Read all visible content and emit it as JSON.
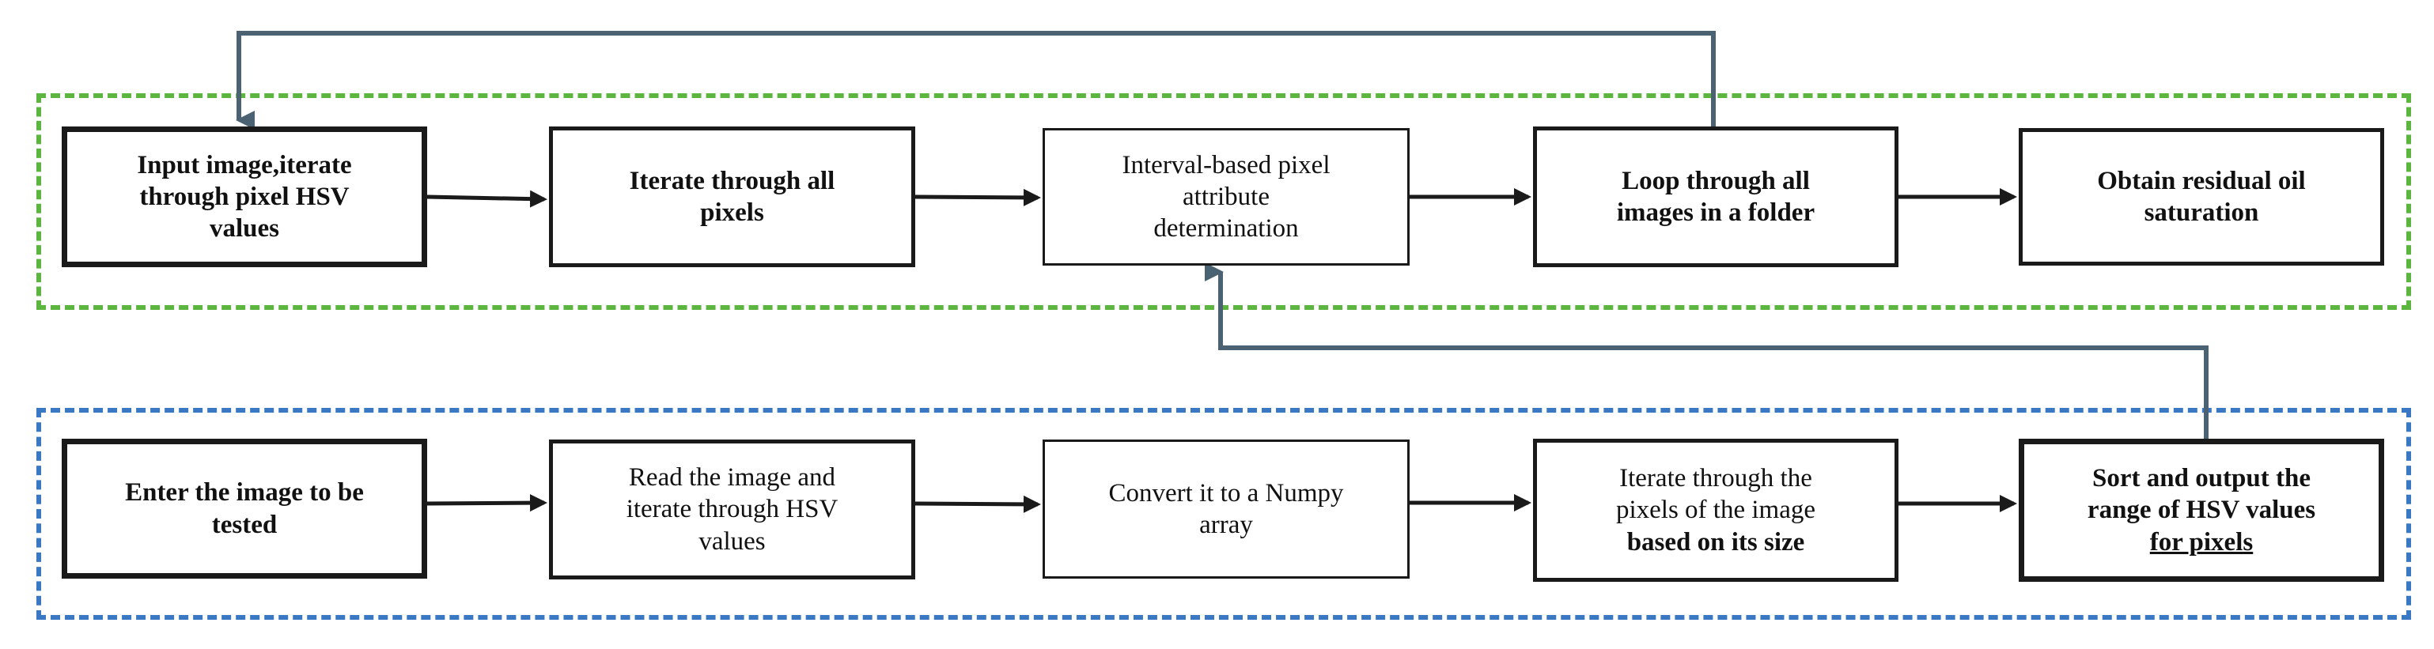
{
  "diagram": {
    "groups": {
      "top": {
        "border_color": "#5bb53f"
      },
      "bottom": {
        "border_color": "#3a78c4"
      }
    },
    "feedback_line_color": "#4a6272",
    "top_row": {
      "input_image": {
        "line1": "Input image,iterate",
        "line2": "through pixel HSV",
        "line3": "values"
      },
      "iterate_pixels": {
        "line1": "Iterate through all",
        "line2": "pixels"
      },
      "interval": {
        "line1": "Interval-based pixel",
        "line2": "attribute",
        "line3": "determination"
      },
      "loop_folder": {
        "line1": "Loop through all",
        "line2": "images in a folder"
      },
      "obtain": {
        "line1": "Obtain residual oil",
        "line2": "saturation"
      }
    },
    "bottom_row": {
      "enter_image": {
        "line1": "Enter the image to be",
        "line2": "tested"
      },
      "read_image": {
        "line1": "Read the image and",
        "line2": "iterate through HSV",
        "line3": "values"
      },
      "convert": {
        "line1": "Convert it to a Numpy",
        "line2": "array"
      },
      "iterate_size": {
        "line1": "Iterate through the",
        "line2": "pixels of the image",
        "line3_bold": "based on its size"
      },
      "sort_output": {
        "line1": "Sort and output the",
        "line2": "range of HSV values",
        "line3": "for pixels"
      }
    }
  }
}
